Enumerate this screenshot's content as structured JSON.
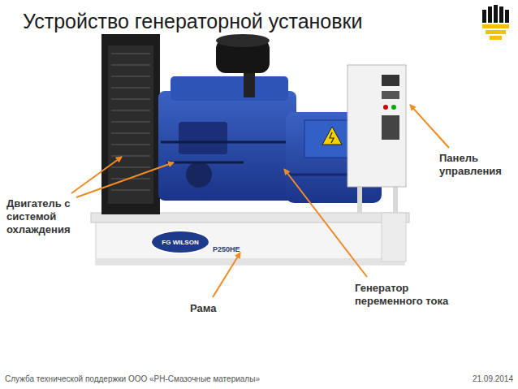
{
  "diagram": {
    "title": "Устройство генераторной установки",
    "labels": [
      "Панель управления",
      "Двигатель с системой охлаждения",
      "Генератор переменного тока",
      "Рама",
      "FG WILSON",
      "P250HE",
      "Служба технической поддержки ООО «РН-Смазочные материалы»",
      "21.09.2014"
    ]
  }
}
